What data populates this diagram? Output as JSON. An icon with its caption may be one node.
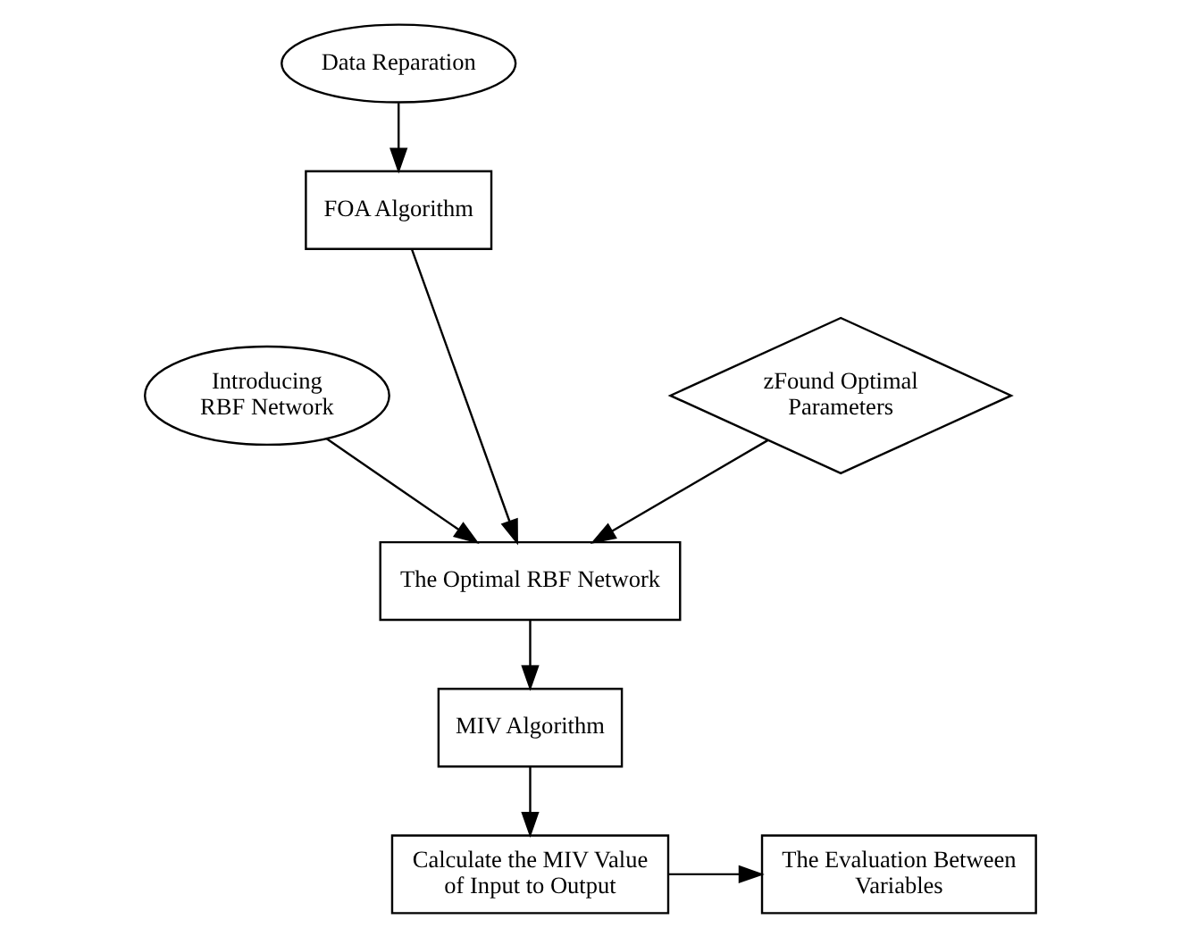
{
  "diagram": {
    "nodes": [
      {
        "text": [
          "Data Reparation"
        ]
      },
      {
        "text": [
          "FOA Algorithm"
        ]
      },
      {
        "text": [
          "Introducing RBF Network"
        ]
      },
      {
        "text": [
          "zFound Optimal Parameters"
        ]
      },
      {
        "text": [
          "The Optimal RBF Network"
        ]
      },
      {
        "text": [
          "MIV Algorithm"
        ]
      },
      {
        "text": [
          "Calculate the MIV Value of Input to Output"
        ]
      },
      {
        "text": [
          "The Evaluation Between Variables"
        ]
      }
    ],
    "edges": [
      {
        "from": 0,
        "to": 1,
        "arrow": "to"
      },
      {
        "from": 1,
        "to": 4,
        "arrow": "to"
      },
      {
        "from": 2,
        "to": 4,
        "arrow": "to"
      },
      {
        "from": 3,
        "to": 4,
        "arrow": "to"
      },
      {
        "from": 4,
        "to": 5,
        "arrow": "to"
      },
      {
        "from": 5,
        "to": 6,
        "arrow": "to"
      },
      {
        "from": 6,
        "to": 7,
        "arrow": "to"
      }
    ]
  }
}
